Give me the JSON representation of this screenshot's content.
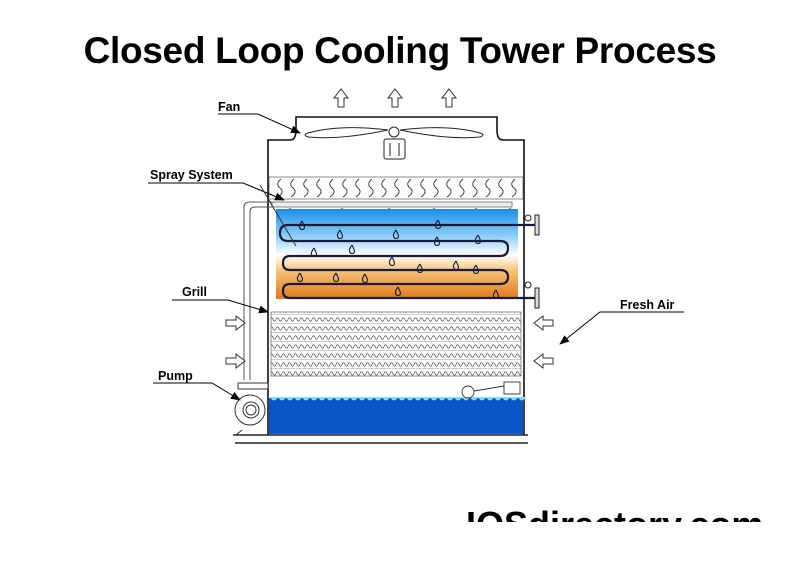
{
  "title": "Closed Loop Cooling Tower Process",
  "labels": {
    "fan": "Fan",
    "spray_system": "Spray System",
    "grill": "Grill",
    "pump": "Pump",
    "fresh_air": "Fresh Air"
  },
  "watermark": "IQSdirectory.com",
  "colors": {
    "cold_zone": "#1e90e6",
    "hot_zone": "#e8801e",
    "water_basin": "#0a56c8",
    "outline": "#111111"
  }
}
